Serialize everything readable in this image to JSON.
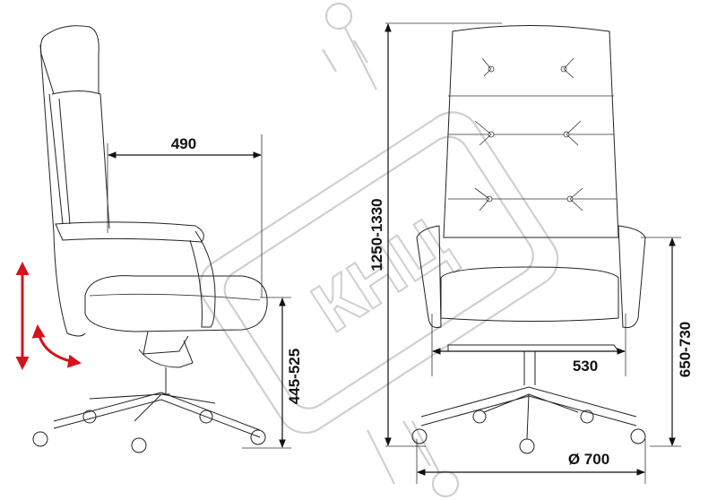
{
  "dimensions": {
    "seat_depth": "490",
    "overall_height": "1250-1330",
    "seat_height": "445-525",
    "seat_width": "530",
    "armrest_height": "650-730",
    "base_diameter": "Ø 700"
  },
  "watermark": {
    "text": "КНЦ"
  },
  "colors": {
    "line": "#222222",
    "adjust_arrow": "#d4141c",
    "watermark": "#cfcfcf"
  }
}
